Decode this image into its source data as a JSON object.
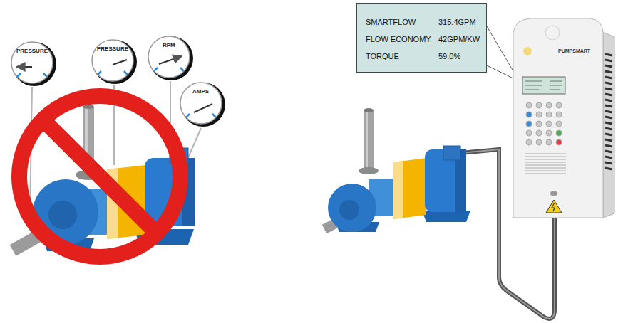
{
  "diagram": {
    "nodes": [
      {
        "text": [
          "PRESSURE"
        ]
      },
      {
        "text": [
          "PRESSURE"
        ]
      },
      {
        "text": [
          "RPM"
        ]
      },
      {
        "text": [
          "AMPS"
        ]
      },
      {
        "text": [
          "SMARTFLOW",
          "315.4GPM",
          "FLOW ECONOMY",
          "42GPM/KW",
          "TORQUE",
          "59.0%"
        ]
      },
      {
        "text": [
          "PUMPSMART"
        ]
      }
    ],
    "edges": [
      {
        "from": 4,
        "to": 5,
        "arrow": "none"
      }
    ]
  }
}
